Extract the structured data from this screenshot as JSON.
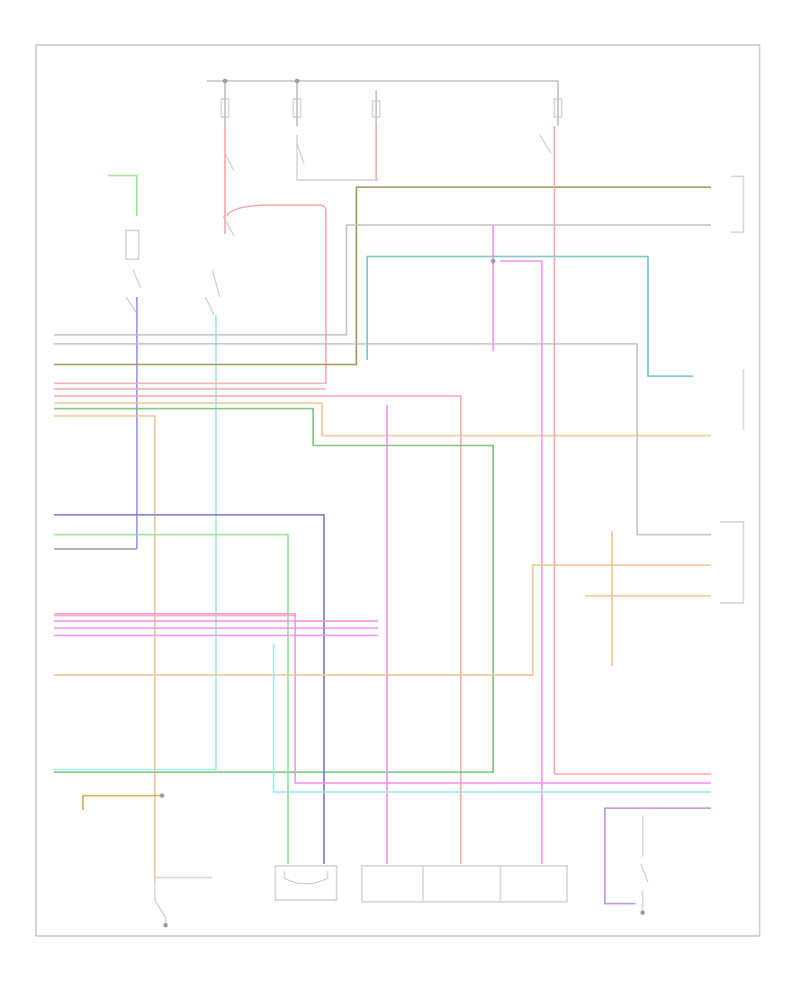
{
  "diagram": {
    "caption": "",
    "wire_colors": {
      "red": "#f7a3a3",
      "pink": "#f08cf0",
      "orange": "#f4c08a",
      "yellow": "#e8d89a",
      "dkyellow": "#c8a64a",
      "green": "#8fe08f",
      "dkgreen": "#6fbf6f",
      "teal": "#66c2c2",
      "cyan": "#99e6e6",
      "blue": "#8a8ae6",
      "navy": "#6f6fcc",
      "purple": "#b98ad6",
      "gray": "#bdbdbd",
      "dkgray": "#9a9a9a",
      "olive": "#9a8c4a"
    },
    "wires": [
      {
        "name": "wire-top-bus",
        "color": "gray"
      },
      {
        "name": "wire-fuse-a-red",
        "color": "red"
      },
      {
        "name": "wire-lightgreen-top-left",
        "color": "green"
      },
      {
        "name": "wire-blue-left",
        "color": "blue"
      },
      {
        "name": "wire-cyan-vertical",
        "color": "cyan"
      },
      {
        "name": "wire-orange-vertical",
        "color": "orange"
      },
      {
        "name": "wire-red-loop",
        "color": "red"
      },
      {
        "name": "wire-olive-top",
        "color": "olive"
      },
      {
        "name": "wire-teal-long",
        "color": "teal"
      },
      {
        "name": "wire-gray-horizontal-a",
        "color": "gray"
      },
      {
        "name": "wire-gray-horizontal-b",
        "color": "gray"
      },
      {
        "name": "wire-red-horizontals",
        "color": "red"
      },
      {
        "name": "wire-orange-mid",
        "color": "orange"
      },
      {
        "name": "wire-green-mid",
        "color": "dkgreen"
      },
      {
        "name": "wire-navy",
        "color": "navy"
      },
      {
        "name": "wire-green-long",
        "color": "green"
      },
      {
        "name": "wire-pink-bundle",
        "color": "pink"
      },
      {
        "name": "wire-orange-lower",
        "color": "orange"
      },
      {
        "name": "wire-cyan-bottom",
        "color": "cyan"
      },
      {
        "name": "wire-red-bottom",
        "color": "red"
      },
      {
        "name": "wire-purple-bottom-right",
        "color": "purple"
      },
      {
        "name": "wire-dkyellow-bottom-left",
        "color": "dkyellow"
      },
      {
        "name": "wire-gray-module",
        "color": "dkgray"
      },
      {
        "name": "wire-pink-module",
        "color": "pink"
      },
      {
        "name": "wire-red-module",
        "color": "red"
      }
    ]
  }
}
